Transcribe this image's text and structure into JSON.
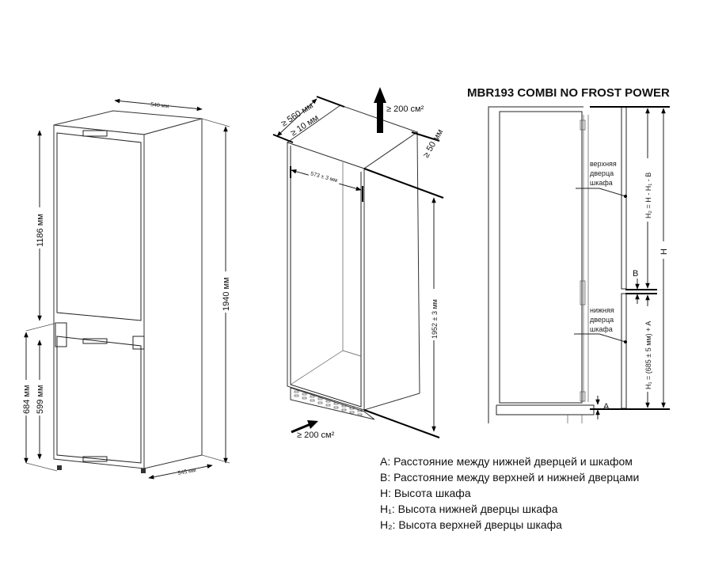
{
  "fridge": {
    "width": "540 мм",
    "depth": "545 мм",
    "total_height": "1940 мм",
    "upper_height": "1186 мм",
    "lower_height_1": "684 мм",
    "lower_height_2": "599 мм"
  },
  "cabinet": {
    "depth": "≥ 560 мм",
    "gap_front": "≥ 10 мм",
    "gap_back": "≥ 50 мм",
    "inner_width": "573 ± 3 мм",
    "height": "1952 ± 3 мм",
    "vent_top": "≥ 200 см²",
    "vent_bottom": "≥ 200 см²"
  },
  "side_view": {
    "title": "MBR193 COMBI NO FROST POWER",
    "upper_door_label": [
      "верхняя",
      "дверца",
      "шкафа"
    ],
    "lower_door_label": [
      "нижняя",
      "дверца",
      "шкафа"
    ],
    "h2_formula": "H₂ = H - H₁ - B",
    "h1_formula": "H₁ = (685 ± 5 мм) + A",
    "h_label": "H",
    "b_label": "B",
    "a_label": "A"
  },
  "legend": [
    "A: Расстояние между нижней дверцей и шкафом",
    "B: Расстояние между верхней и нижней дверцами",
    "H: Высота шкафа",
    "H₁: Высота нижней дверцы шкафа",
    "H₂: Высота верхней дверцы шкафа"
  ]
}
